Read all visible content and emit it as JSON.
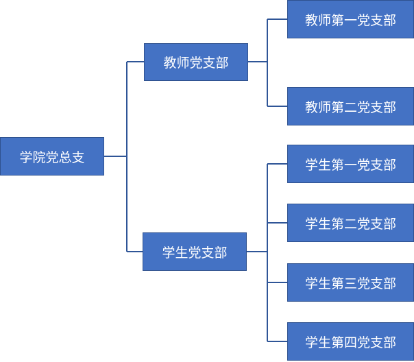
{
  "org_chart": {
    "root": {
      "label": "学院党总支"
    },
    "teacher_branch": {
      "label": "教师党支部",
      "children": [
        "教师第一党支部",
        "教师第二党支部"
      ]
    },
    "student_branch": {
      "label": "学生党支部",
      "children": [
        "学生第一党支部",
        "学生第二党支部",
        "学生第三党支部",
        "学生第四党支部"
      ]
    }
  },
  "colors": {
    "node_fill": "#4472c4",
    "node_border": "#2f528f",
    "connector": "#2f5597",
    "text": "#ffffff"
  }
}
